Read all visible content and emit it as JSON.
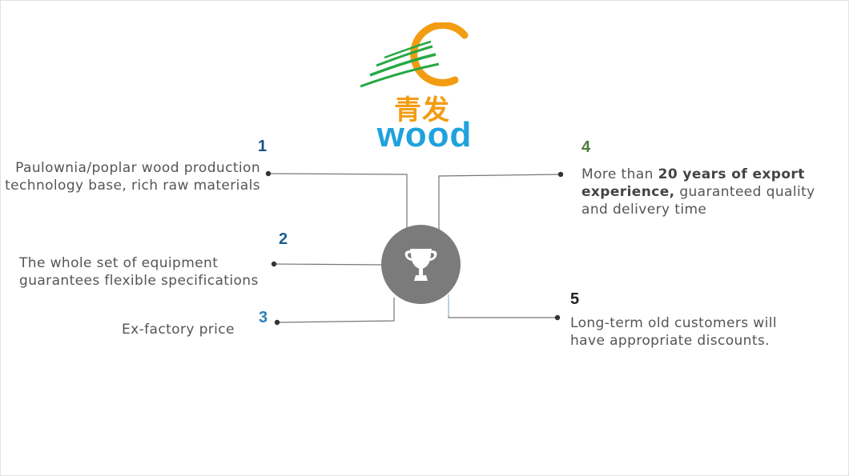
{
  "logo": {
    "cn_text": "青发",
    "en_text": "wood"
  },
  "icons": {
    "center": "trophy-icon",
    "logo_mark": "leaf-swoosh-icon"
  },
  "colors": {
    "num1": "#1b4f8a",
    "num2": "#1b5e8f",
    "num3": "#2e7fb8",
    "num4": "#4a7c3a",
    "num5": "#222222",
    "text": "#555555",
    "circle": "#7b7b7b",
    "logo_orange": "#f39c12",
    "logo_green": "#27a844",
    "logo_blue": "#1fa2dd"
  },
  "items": [
    {
      "num": "1",
      "lines": [
        "Paulownia/poplar wood production",
        "technology base, rich raw materials"
      ]
    },
    {
      "num": "2",
      "lines": [
        "The whole set of equipment",
        "guarantees flexible specifications"
      ]
    },
    {
      "num": "3",
      "lines": [
        "Ex-factory price"
      ]
    },
    {
      "num": "4",
      "pre": "More than ",
      "bold1": "20 years of export",
      "bold2": "experience,",
      "post": " guaranteed quality",
      "line3": "and delivery time"
    },
    {
      "num": "5",
      "lines": [
        "Long-term old customers will",
        "have appropriate discounts."
      ]
    }
  ]
}
